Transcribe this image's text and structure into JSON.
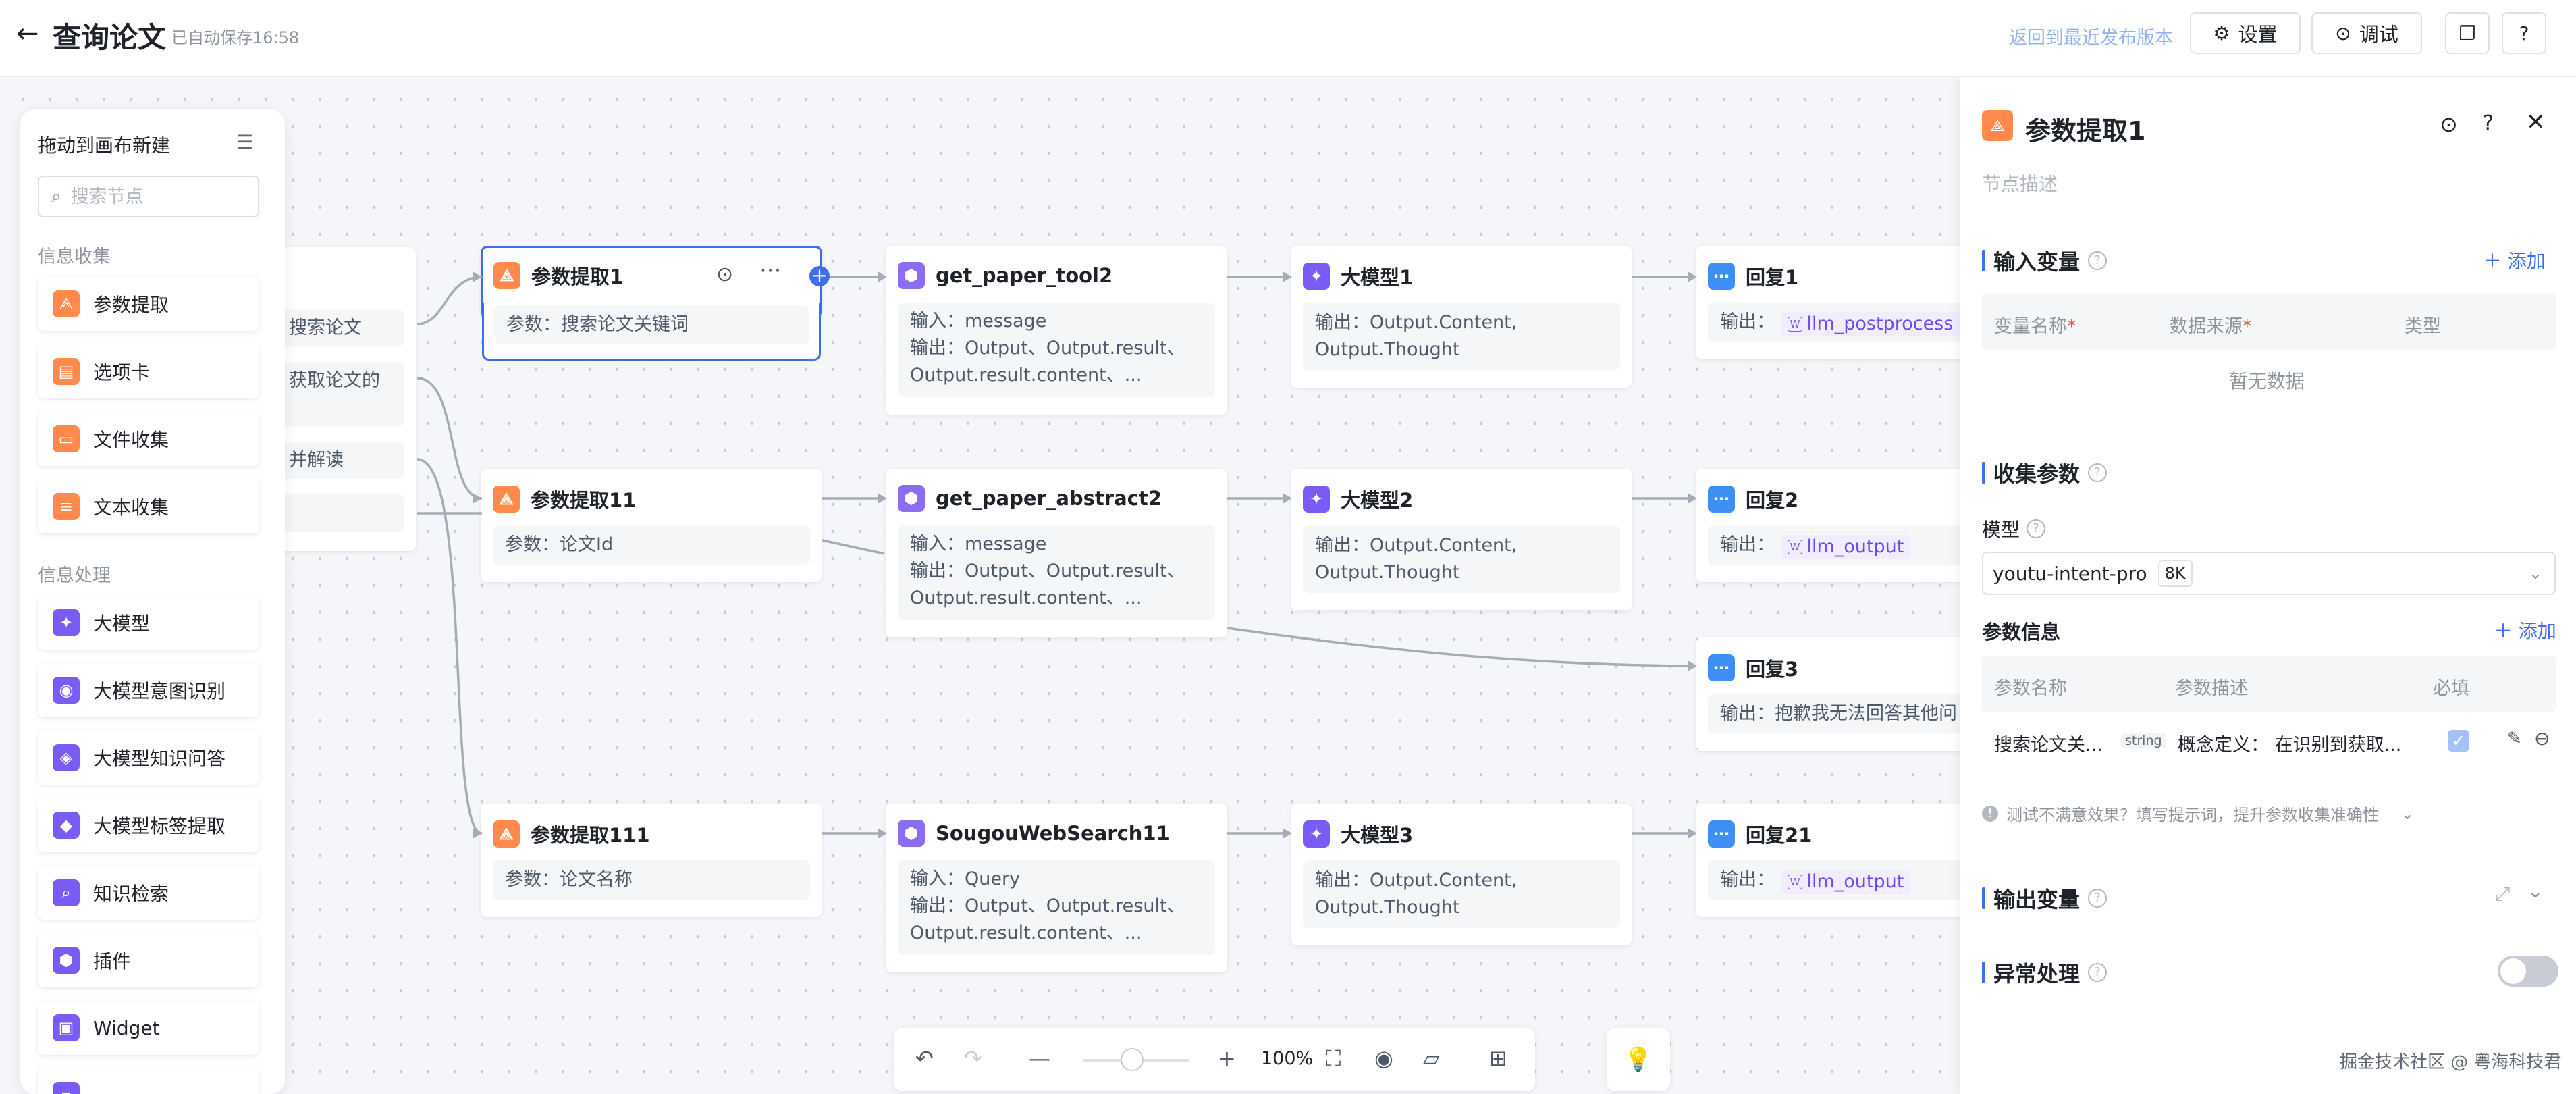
{
  "header": {
    "title": "查询论文",
    "autosave": "已自动保存16:58",
    "back_link": "返回到最近发布版本",
    "settings": "设置",
    "debug": "调试"
  },
  "left_panel": {
    "title": "拖动到画布新建",
    "search_placeholder": "搜索节点",
    "group_collect": "信息收集",
    "collect_items": [
      "参数提取",
      "选项卡",
      "文件收集",
      "文本收集"
    ],
    "group_process": "信息处理",
    "process_items": [
      "大模型",
      "大模型意图识别",
      "大模型知识问答",
      "大模型标签提取",
      "知识检索",
      "插件",
      "Widget"
    ]
  },
  "partial_node": {
    "lines": [
      "搜索论文",
      "获取论文的",
      "并解读"
    ]
  },
  "nodes": {
    "p1": {
      "title": "参数提取1",
      "body": "参数：搜索论文关键词"
    },
    "p11": {
      "title": "参数提取11",
      "body": "参数：论文Id"
    },
    "p111": {
      "title": "参数提取111",
      "body": "参数：论文名称"
    },
    "tool2": {
      "title": "get_paper_tool2",
      "line1": "输入：message",
      "line2": "输出：Output、Output.result、",
      "line3": "Output.result.content、..."
    },
    "abstract2": {
      "title": "get_paper_abstract2",
      "line1": "输入：message",
      "line2": "输出：Output、Output.result、",
      "line3": "Output.result.content、..."
    },
    "sougou": {
      "title": "SougouWebSearch11",
      "line1": "输入：Query",
      "line2": "输出：Output、Output.result、",
      "line3": "Output.result.content、..."
    },
    "llm1": {
      "title": "大模型1",
      "line1": "输出：Output.Content,",
      "line2": "Output.Thought"
    },
    "llm2": {
      "title": "大模型2",
      "line1": "输出：Output.Content,",
      "line2": "Output.Thought"
    },
    "llm3": {
      "title": "大模型3",
      "line1": "输出：Output.Content,",
      "line2": "Output.Thought"
    },
    "reply1": {
      "title": "回复1",
      "label": "输出：",
      "var": "llm_postprocess"
    },
    "reply2": {
      "title": "回复2",
      "label": "输出：",
      "var": "llm_output"
    },
    "reply3": {
      "title": "回复3",
      "body": "输出：抱歉我无法回答其他问"
    },
    "reply21": {
      "title": "回复21",
      "label": "输出：",
      "var": "llm_output"
    }
  },
  "right_panel": {
    "title": "参数提取1",
    "desc_placeholder": "节点描述",
    "input_vars": {
      "title": "输入变量",
      "add": "添加",
      "col_name": "变量名称",
      "col_source": "数据来源",
      "col_type": "类型",
      "empty": "暂无数据"
    },
    "collect": {
      "title": "收集参数",
      "model_label": "模型",
      "model_value": "youtu-intent-pro",
      "model_tag": "8K",
      "params_label": "参数信息",
      "add": "添加",
      "col_name": "参数名称",
      "col_desc": "参数描述",
      "col_required": "必填",
      "row_name": "搜索论文关...",
      "row_type": "string",
      "row_desc": "概念定义：  在识别到获取...",
      "hint": "测试不满意效果？填写提示词，提升参数收集准确性"
    },
    "output_vars": {
      "title": "输出变量"
    },
    "exception": {
      "title": "异常处理"
    }
  },
  "toolbar": {
    "zoom": "100%"
  },
  "watermark": "掘金技术社区 @ 粤海科技君",
  "colors": {
    "accent": "#3b6ff0",
    "param_node": "#ff8a4c",
    "tool_node": "#8c6cf0",
    "reply_node": "#3d8ff5"
  }
}
